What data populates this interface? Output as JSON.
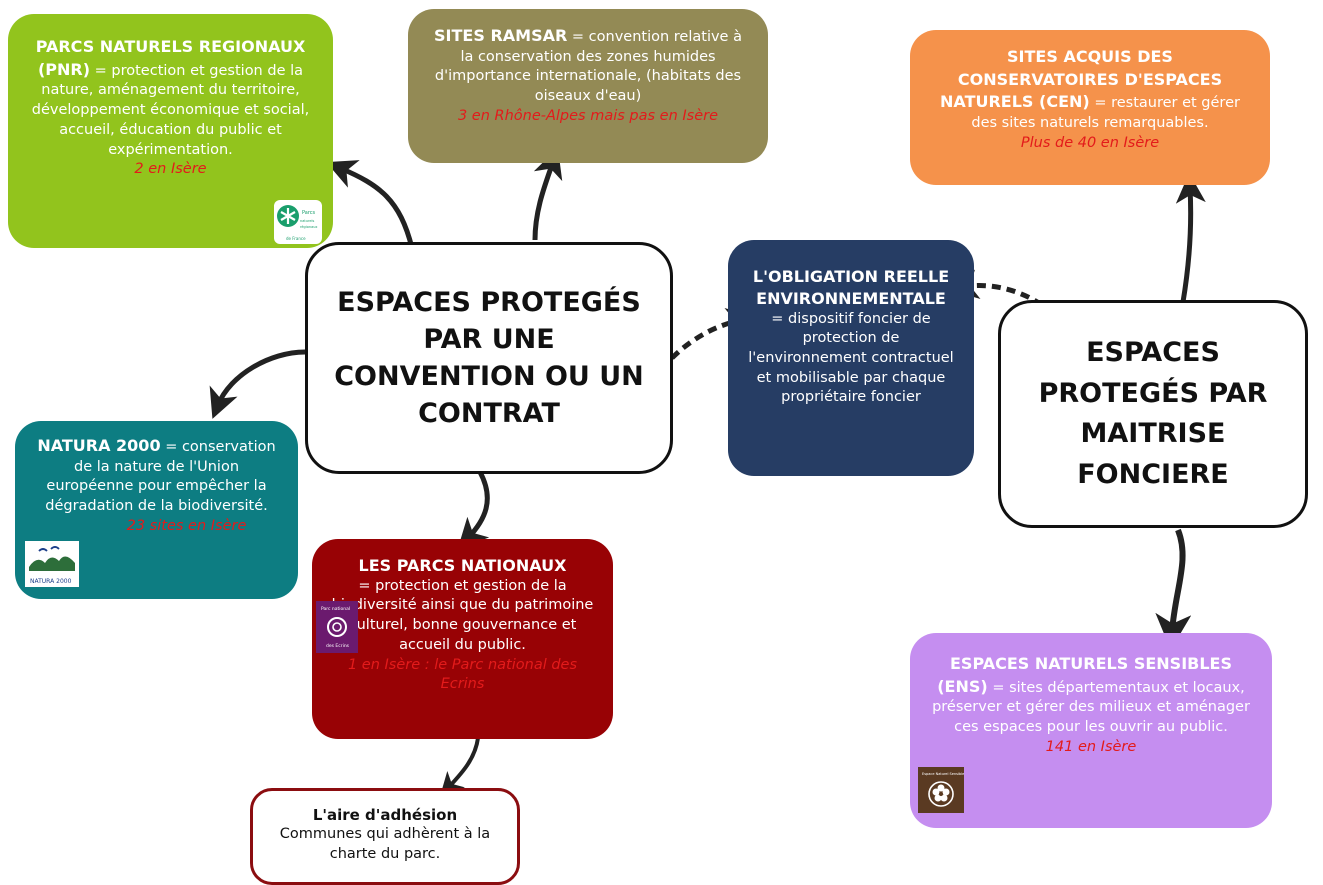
{
  "hubs": {
    "contract": "ESPACES PROTEGÉS PAR UNE CONVENTION OU UN CONTRAT",
    "land": "ESPACES PROTEGÉS PAR MAITRISE FONCIERE"
  },
  "pnr": {
    "title": "PARCS NATURELS REGIONAUX (PNR)",
    "text": "= protection et gestion de la nature, aménagement du territoire, développement économique et social, accueil, éducation du public et expérimentation.",
    "note": "2 en Isère",
    "logo_text": "Parcs naturels régionaux de France"
  },
  "ramsar": {
    "title": "SITES RAMSAR",
    "text": "= convention relative à la conservation des zones humides d'importance internationale, (habitats des oiseaux d'eau)",
    "note": "3 en Rhône-Alpes mais pas en Isère"
  },
  "cen": {
    "title": "SITES ACQUIS DES CONSERVATOIRES D'ESPACES NATURELS (CEN)",
    "text": "= restaurer et gérer des sites naturels remarquables.",
    "note": "Plus de 40 en Isère"
  },
  "ore": {
    "title": "L'OBLIGATION REELLE ENVIRONNEMENTALE",
    "text": "= dispositif foncier de protection de l'environnement contractuel et mobilisable par chaque propriétaire foncier"
  },
  "natura": {
    "title": "NATURA 2000",
    "text": "= conservation de la nature de l'Union européenne pour empêcher la dégradation de la biodiversité.",
    "note": "23 sites en Isère",
    "logo_text": "NATURA 2000"
  },
  "pn": {
    "title": "LES PARCS NATIONAUX",
    "text": "= protection et gestion de la biodiversité ainsi que du patrimoine culturel, bonne gouvernance et accueil du public.",
    "note": "1 en Isère : le Parc national des Ecrins",
    "logo_text": "Parc national des Ecrins"
  },
  "adhesion": {
    "title": "L'aire d'adhésion",
    "text": "Communes qui adhèrent à la charte du parc."
  },
  "ens": {
    "title": "ESPACES NATURELS SENSIBLES (ENS)",
    "text": "= sites départementaux et locaux, préserver et gérer des milieux et aménager ces espaces pour les ouvrir au public.",
    "note": "141 en Isère",
    "logo_text": "Espace Naturel Sensible"
  },
  "colors": {
    "pnr": "#92c41d",
    "ramsar": "#938a55",
    "cen": "#f5924b",
    "ore": "#263d64",
    "natura": "#0d7d82",
    "pn": "#980205",
    "ens": "#c58ef0",
    "note": "#e31b1b"
  }
}
